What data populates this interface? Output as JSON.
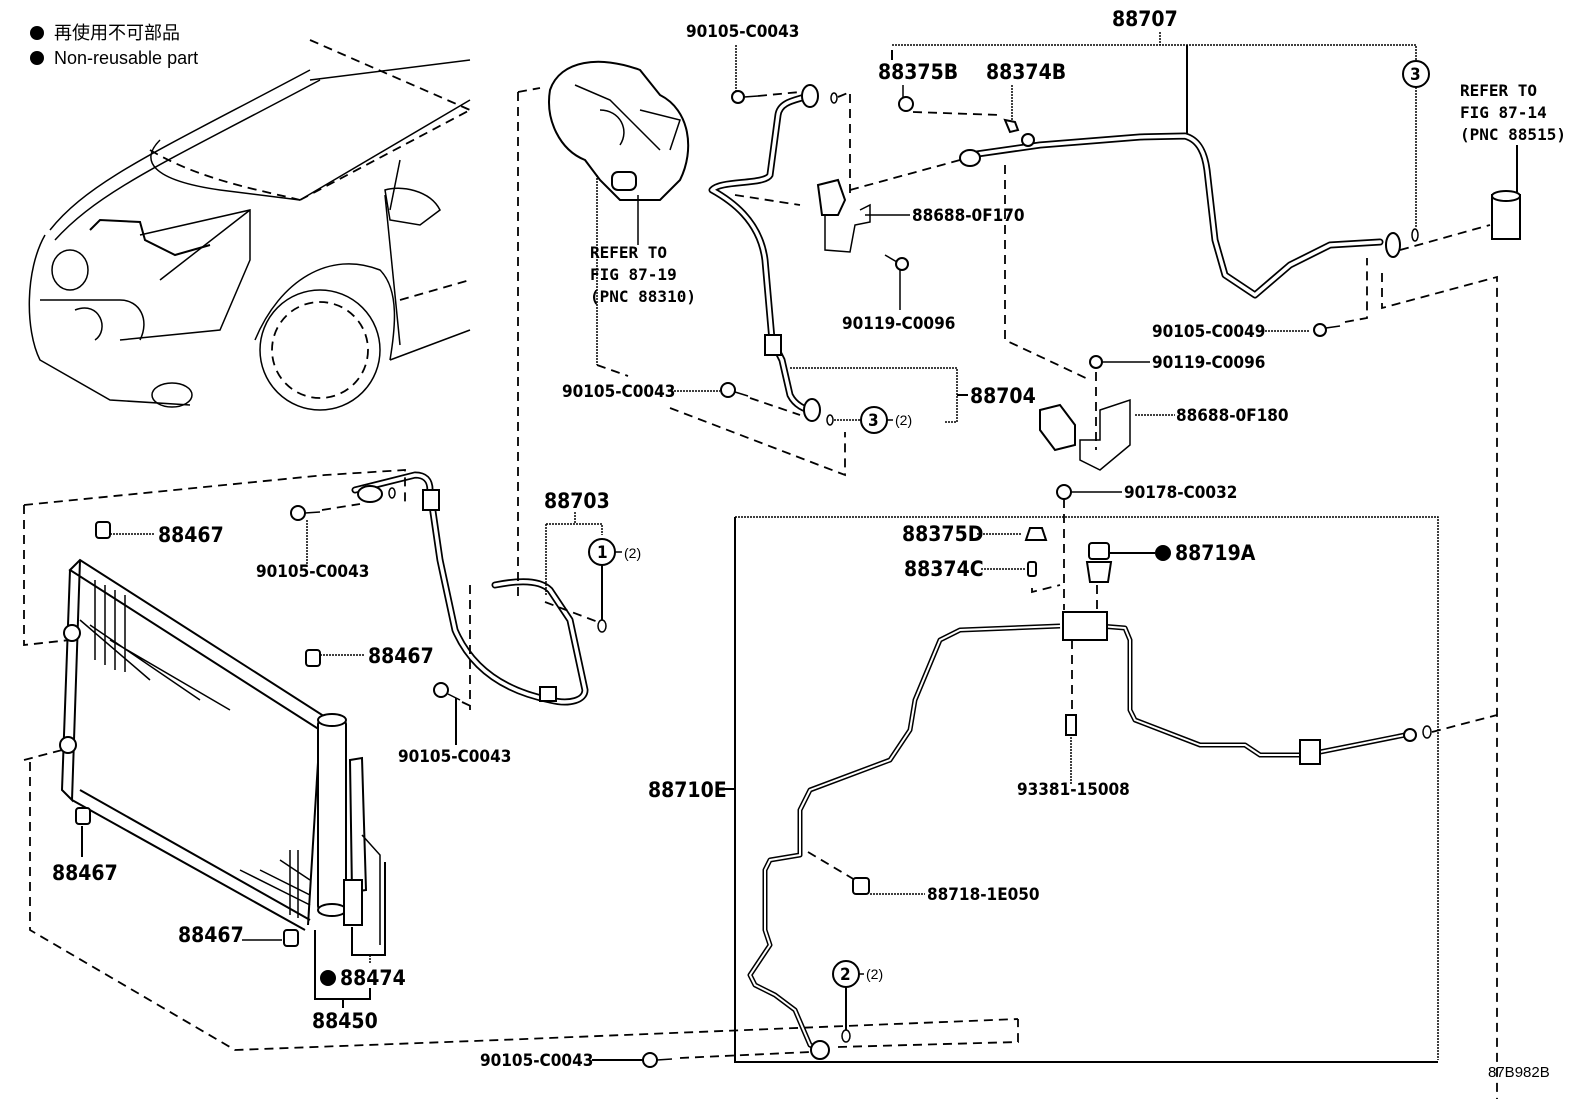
{
  "legend": {
    "bullet_icon": "filled-circle-icon",
    "line_japanese": "再使用不可部品",
    "line_english": "Non-reusable part"
  },
  "diagram_id": "87B982B",
  "references": {
    "compressor": [
      "REFER TO",
      "FIG 87-19",
      "(PNC 88310)"
    ],
    "expansion_valve": [
      "REFER TO",
      "FIG 87-14",
      "(PNC 88515)"
    ]
  },
  "callouts": {
    "c1": {
      "number": "1",
      "qty": "(2)"
    },
    "c2": {
      "number": "2",
      "qty": "(2)"
    },
    "c3_top": {
      "number": "3"
    },
    "c3_mid": {
      "number": "3",
      "qty": "(2)"
    }
  },
  "parts": {
    "p88707": "88707",
    "p88375B": "88375B",
    "p88374B": "88374B",
    "p88688_0F170": "88688-0F170",
    "p90119_C0096_a": "90119-C0096",
    "p90119_C0096_b": "90119-C0096",
    "p90105_C0043_top": "90105-C0043",
    "p90105_C0043_mid": "90105-C0043",
    "p90105_C0043_cond1": "90105-C0043",
    "p90105_C0043_cond2": "90105-C0043",
    "p90105_C0043_bottom": "90105-C0043",
    "p90105_C0049": "90105-C0049",
    "p88704": "88704",
    "p88688_0F180": "88688-0F180",
    "p90178_C0032": "90178-C0032",
    "p88703": "88703",
    "p88467_a": "88467",
    "p88467_b": "88467",
    "p88467_c": "88467",
    "p88467_d": "88467",
    "p88375D": "88375D",
    "p88374C": "88374C",
    "p88719A": "88719A",
    "p93381_15008": "93381-15008",
    "p88710E": "88710E",
    "p88718_1E050": "88718-1E050",
    "p88474": "88474",
    "p88450": "88450"
  }
}
